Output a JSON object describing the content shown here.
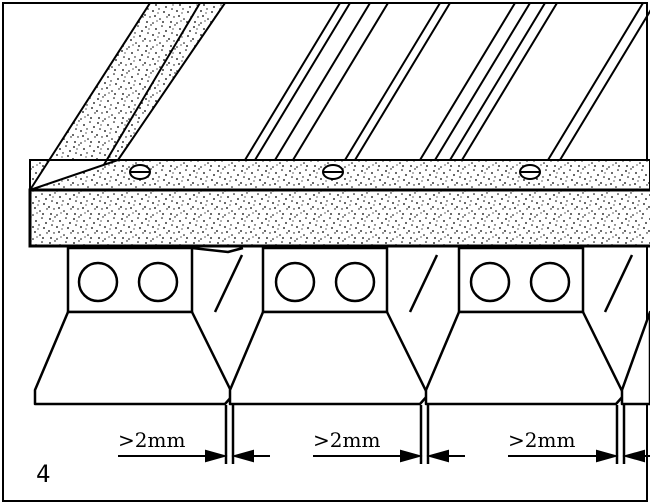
{
  "figure": {
    "number": "4",
    "gap_labels": [
      ">2mm",
      ">2mm",
      ">2mm"
    ]
  },
  "colors": {
    "ink": "#000000",
    "paper": "#ffffff"
  }
}
